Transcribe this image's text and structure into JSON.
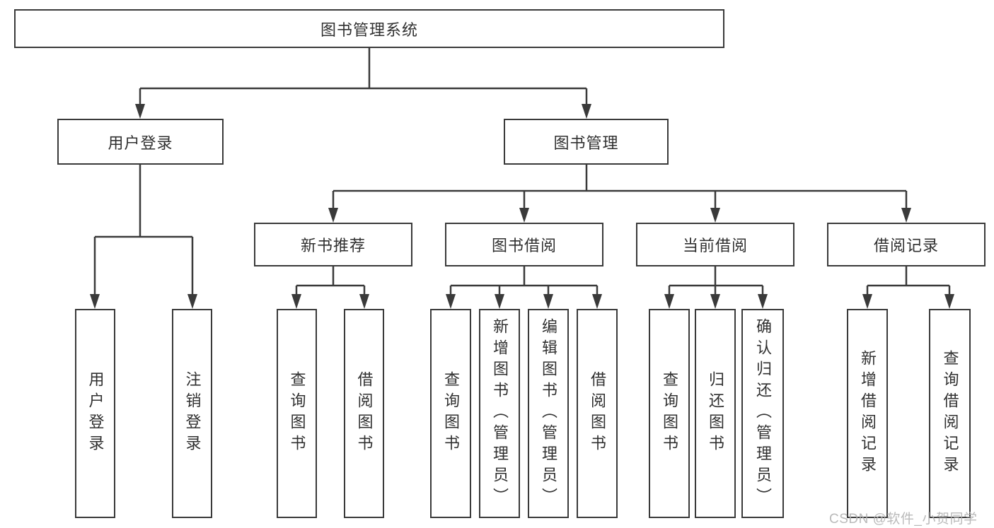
{
  "watermark": "CSDN @软件_小贺同学",
  "colors": {
    "line": "#3a3a3a",
    "box_border": "#3a3a3a",
    "box_background": "#ffffff",
    "text": "#303030",
    "watermark_text": "#b2b2b2",
    "page_background": "#ffffff"
  },
  "tree": {
    "root": "图书管理系统",
    "user_login": {
      "label": "用户登录",
      "children": {
        "login": "用户登录",
        "logout": "注销登录"
      }
    },
    "book_management": {
      "label": "图书管理",
      "children": {
        "new_book_recommend": {
          "label": "新书推荐",
          "children": {
            "query_book": "查询图书",
            "borrow_book": "借阅图书"
          }
        },
        "book_borrow": {
          "label": "图书借阅",
          "children": {
            "query_book": "查询图书",
            "add_book": "新增图书（管理员）",
            "edit_book": "编辑图书（管理员）",
            "borrow_book": "借阅图书"
          }
        },
        "current_borrow": {
          "label": "当前借阅",
          "children": {
            "query_book": "查询图书",
            "return_book": "归还图书",
            "confirm_return": "确认归还（管理员）"
          }
        },
        "borrow_records": {
          "label": "借阅记录",
          "children": {
            "add_record": "新增借阅记录",
            "query_record": "查询借阅记录"
          }
        }
      }
    }
  }
}
